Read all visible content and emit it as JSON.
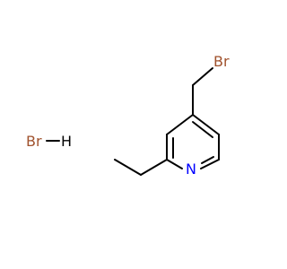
{
  "molecule": {
    "atoms": {
      "bromine_substituent": "Br",
      "ring_nitrogen": "N",
      "salt_bromine": "Br",
      "salt_hydrogen": "H"
    },
    "colors": {
      "bond": "#000000",
      "bromine": "#a0522d",
      "nitrogen": "#0000ff",
      "hydrogen": "#000000"
    }
  }
}
